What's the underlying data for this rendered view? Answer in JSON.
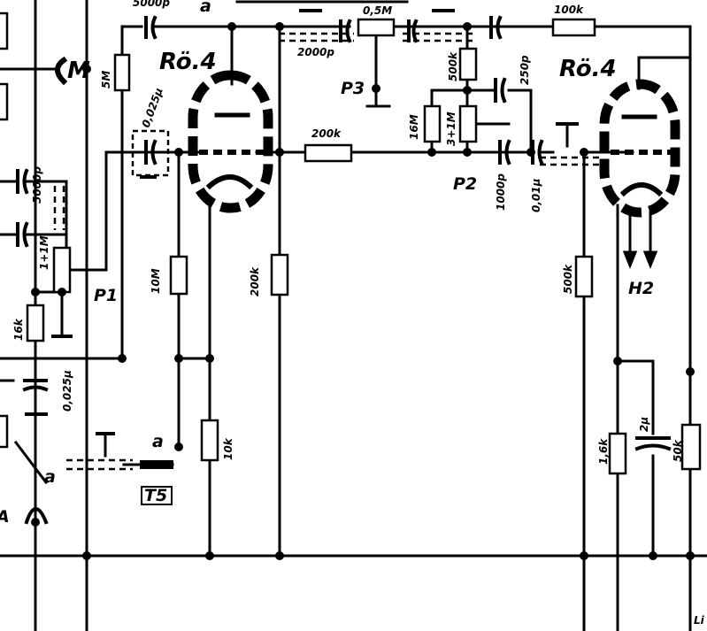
{
  "labels": {
    "tube_left": "Rö.4",
    "tube_right": "Rö.4",
    "cap_top_left": "5000p",
    "node_a_top": "a",
    "cap_2000p": "2000p",
    "pot_05M": "0,5M",
    "cap_250p": "250p",
    "res_100k": "100k",
    "pot_P3": "P3",
    "res_500k_top": "500k",
    "res_16M": "16M",
    "pot_3_1M": "3+1M",
    "res_200k_h": "200k",
    "pot_P2": "P2",
    "cap_1000p": "1000p",
    "cap_001u": "0,01µ",
    "res_5M": "5M",
    "mic_M": "M",
    "cap_0025u_grid": "0,025µ",
    "cap_5000p_left": "5000p",
    "pot_1_1M": "1+1M",
    "pot_P1": "P1",
    "res_16k": "16k",
    "cap_0025u_low": "0,025µ",
    "res_10M": "10M",
    "res_200k_v": "200k",
    "res_500k_v": "500k",
    "heater_H2": "H2",
    "res_10k": "10k",
    "node_a_mid": "a",
    "switch_T5": "T5",
    "node_a_low": "a",
    "res_1_6k": "1,6k",
    "cap_2u": "2µ",
    "res_50k": "50k",
    "corner_mark": "Li",
    "edge_mark_A": "A"
  }
}
